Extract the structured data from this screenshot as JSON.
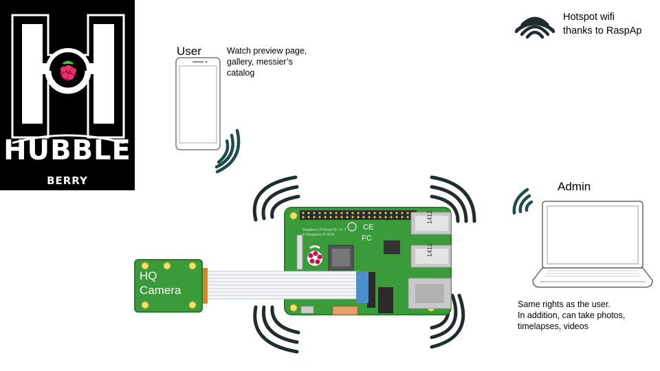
{
  "logo": {
    "title": "HUBBLE",
    "subtitle": "BERRY"
  },
  "hotspot": {
    "line1": "Hotspot wifi",
    "line2": "thanks to RaspAp"
  },
  "user": {
    "label": "User",
    "desc_lines": [
      "Watch preview page,",
      "gallery, messier’s",
      "catalog"
    ]
  },
  "admin": {
    "label": "Admin",
    "desc_lines": [
      "Same rights as the user.",
      "In addition, can take photos,",
      "timelapses, videos"
    ]
  },
  "camera": {
    "line1": "HQ",
    "line2": "Camera"
  },
  "board": {
    "brand": "Raspberry Pi Model B+ V1.2",
    "copyright": "© Raspberry Pi 2014",
    "usb_marks": [
      "1412",
      "1412"
    ],
    "cert_marks": [
      "CE",
      "FC"
    ]
  },
  "colors": {
    "board_green": "#3a9b3a",
    "signal_dark": "#1e2e2e",
    "signal_teal": "#1f4d4b",
    "raspberry_red": "#c5154f",
    "logo_black": "#000000"
  }
}
